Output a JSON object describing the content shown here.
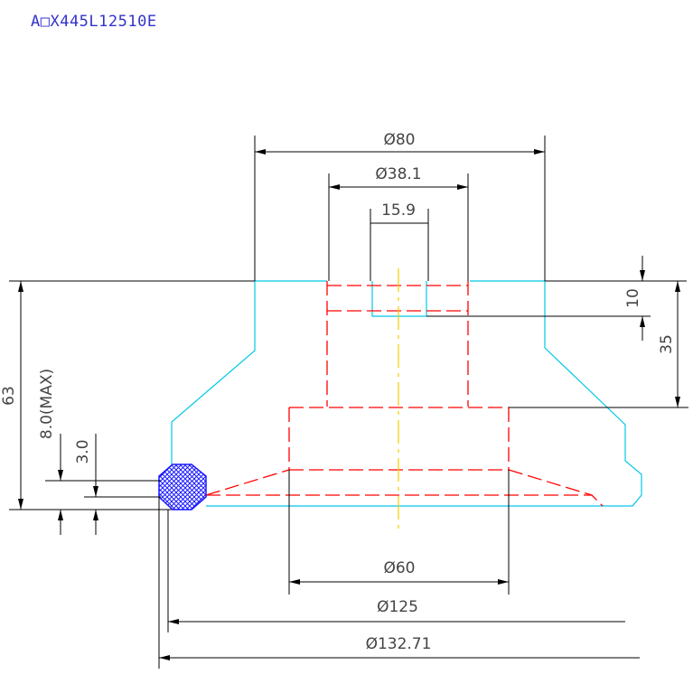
{
  "title": "A□X445L12510E",
  "dimensions": {
    "d80": "Ø80",
    "d38": "Ø38.1",
    "w15": "15.9",
    "d60": "Ø60",
    "d125": "Ø125",
    "d132": "Ø132.71",
    "h10": "10",
    "h35": "35",
    "h63": "63",
    "max8": "8.0(MAX)",
    "h3": "3.0"
  },
  "colors": {
    "outline": "#00c8e6",
    "hidden": "#ff0000",
    "center": "#f0d000",
    "oring": "#1a1aff",
    "dim": "#000000",
    "title": "#3333cc"
  }
}
